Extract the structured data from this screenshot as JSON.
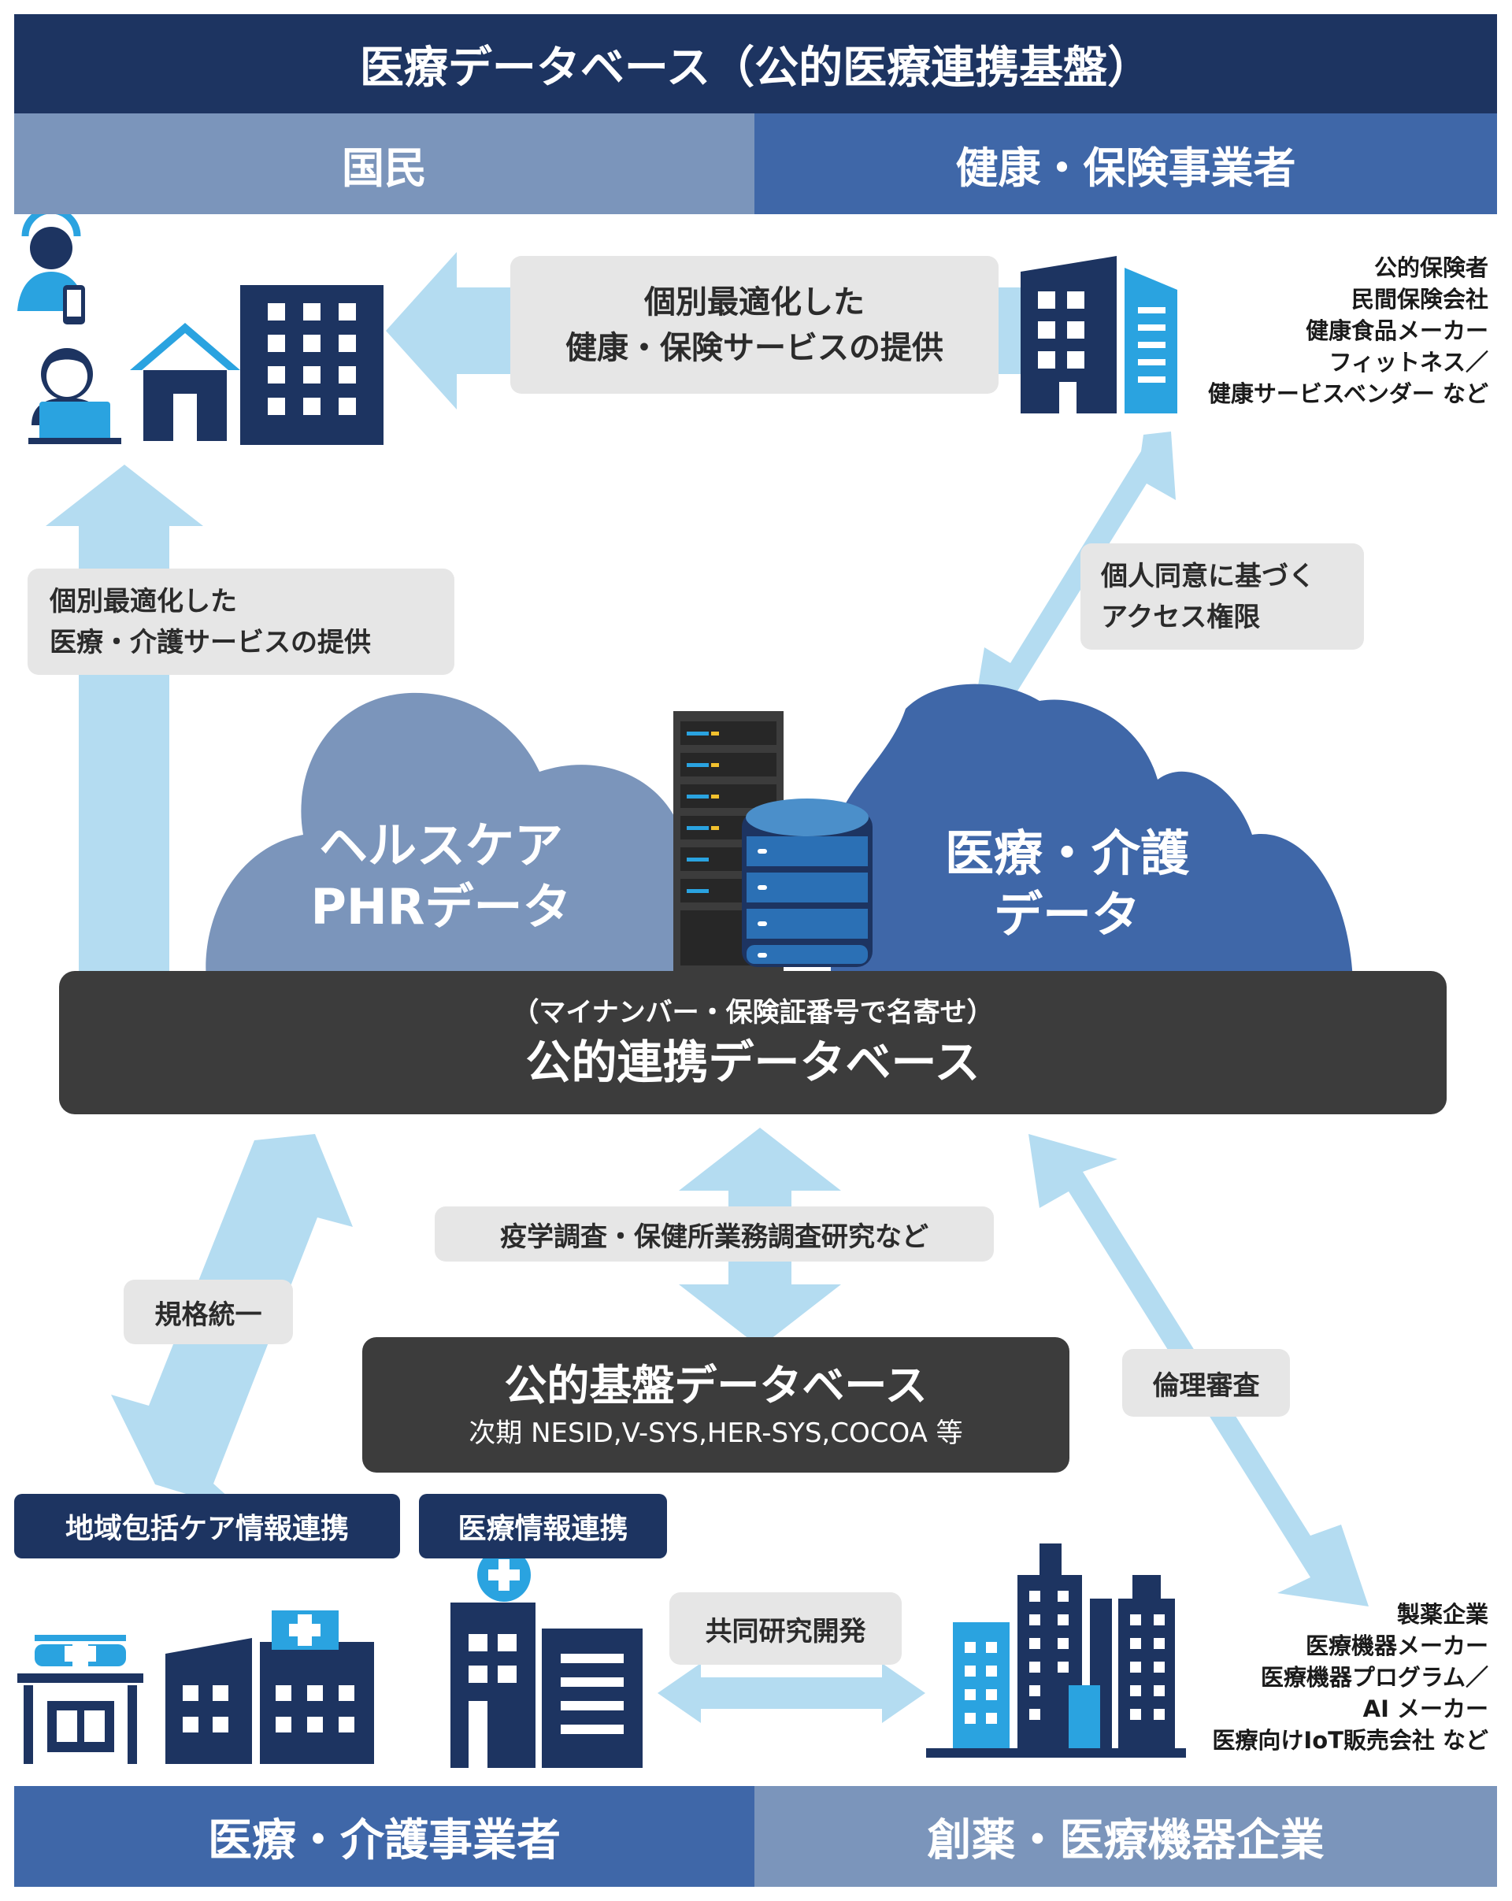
{
  "header": {
    "title": "医療データベース（公的医療連携基盤）",
    "left_section": "国民",
    "right_section": "健康・保険事業者"
  },
  "footer": {
    "left_section": "医療・介護事業者",
    "right_section": "創薬・医療機器企業"
  },
  "labels": {
    "health_service": [
      "個別最適化した",
      "健康・保険サービスの提供"
    ],
    "medical_service": [
      "個別最適化した",
      "医療・介護サービスの提供"
    ],
    "consent": [
      "個人同意に基づく",
      "アクセス権限"
    ],
    "research": "疫学調査・保健所業務調査研究など",
    "standard": "規格統一",
    "ethics": "倫理審査",
    "joint_dev": "共同研究開発"
  },
  "clouds": {
    "left": [
      "ヘルスケア",
      "PHRデータ"
    ],
    "right": [
      "医療・介護",
      "データ"
    ]
  },
  "public_db": {
    "sub": "（マイナンバー・保険証番号で名寄せ）",
    "title": "公的連携データベース"
  },
  "base_db": {
    "title": "公的基盤データベース",
    "sub": "次期 NESID,V-SYS,HER-SYS,COCOA 等"
  },
  "tags": {
    "regional": "地域包括ケア情報連携",
    "medical": "医療情報連携"
  },
  "insurers": [
    "公的保険者",
    "民間保険会社",
    "健康食品メーカー",
    "フィットネス／",
    "健康サービスベンダー など"
  ],
  "pharma": [
    "製薬企業",
    "医療機器メーカー",
    "医療機器プログラム／",
    "AI メーカー",
    "医療向けIoT販売会社 など"
  ],
  "colors": {
    "navy": "#1d3461",
    "blue": "#3f67a8",
    "steel": "#7b95bb",
    "sky": "#b4dcf1",
    "accent": "#2aa3e0",
    "dark": "#3c3c3c"
  }
}
